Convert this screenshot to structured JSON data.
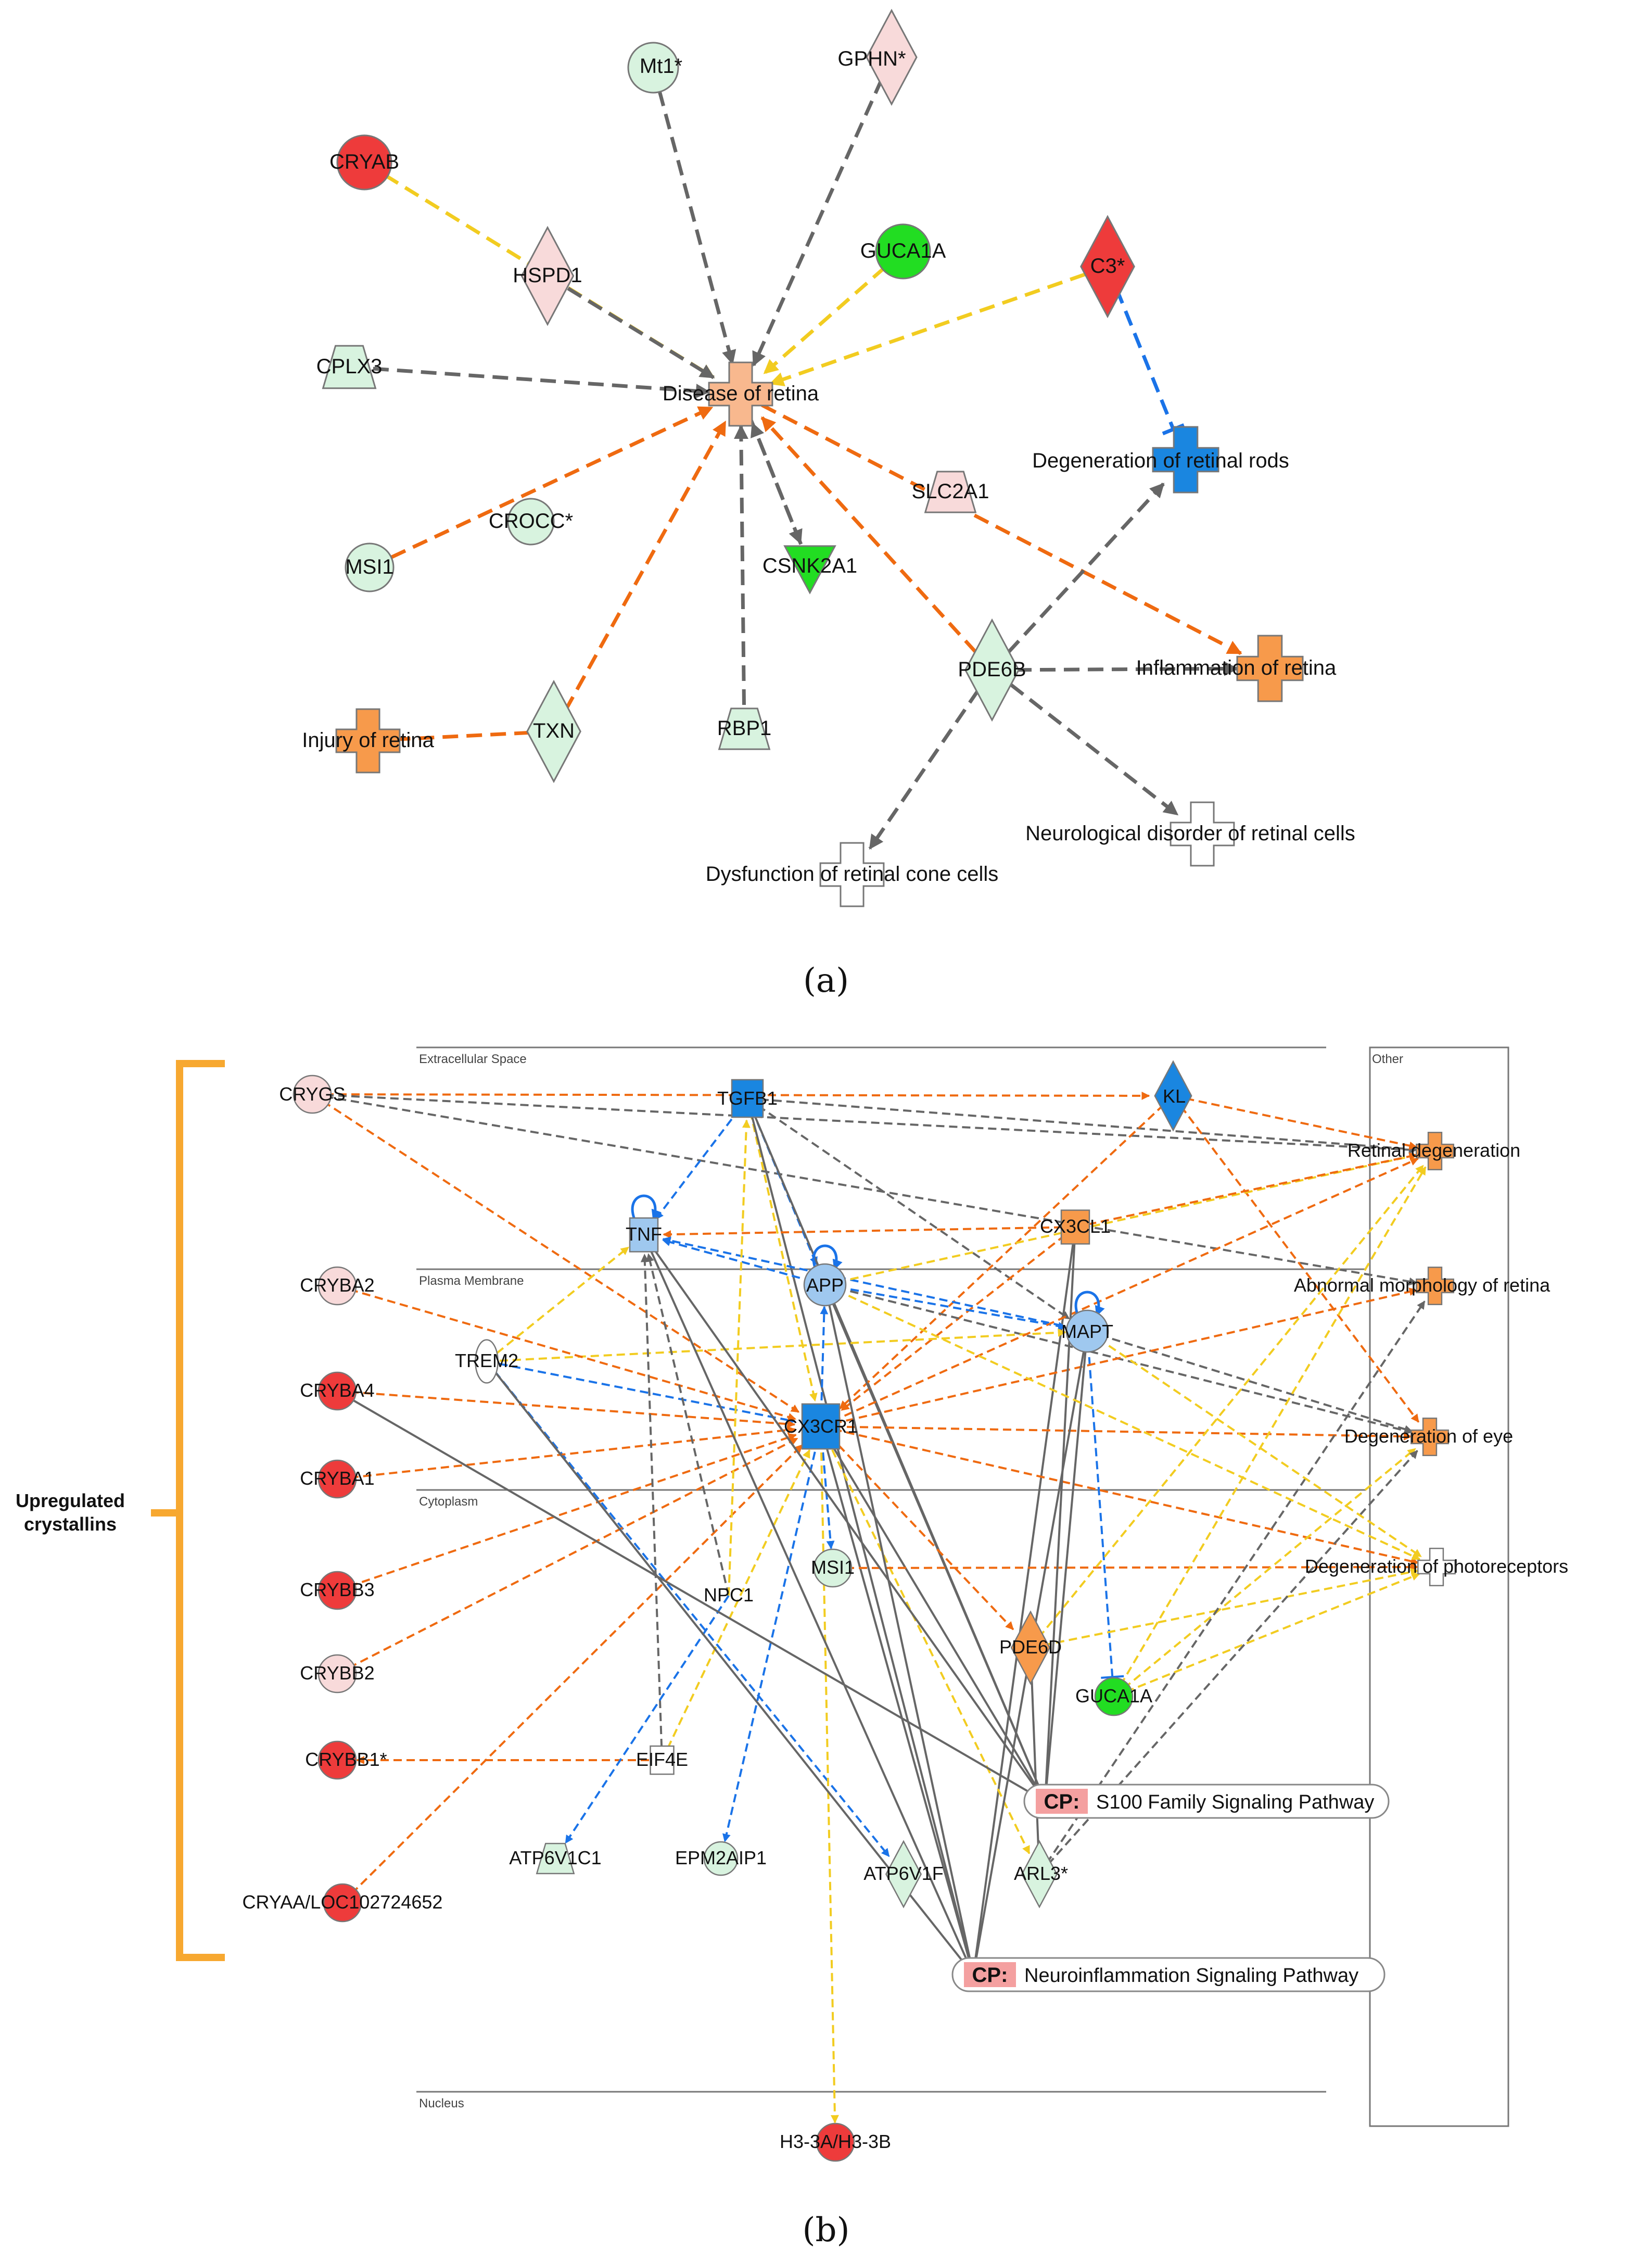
{
  "colors": {
    "red": "#ee3b3b",
    "pink": "#f8dada",
    "lightgreen": "#d8f3df",
    "green": "#22dd22",
    "orange": "#f79a4b",
    "salmon": "#f8b88e",
    "blue": "#1a86e0",
    "lightblue": "#9fc8ef",
    "white": "#ffffff",
    "edge_orange": "#ef6a10",
    "edge_yellow": "#f2cc20",
    "edge_blue": "#1a73e8",
    "edge_gray": "#666666",
    "brace": "#f7a830",
    "cp_fill": "#f4a0a0"
  },
  "panel_a": {
    "label": "(a)",
    "nodes": [
      {
        "id": "mt1",
        "label": "Mt1*",
        "shape": "circle",
        "color": "lightgreen"
      },
      {
        "id": "gphn",
        "label": "GPHN*",
        "shape": "diamond",
        "color": "pink"
      },
      {
        "id": "cryab",
        "label": "CRYAB",
        "shape": "circle",
        "color": "red"
      },
      {
        "id": "hspd1",
        "label": "HSPD1",
        "shape": "diamond",
        "color": "pink"
      },
      {
        "id": "guca1a",
        "label": "GUCA1A",
        "shape": "circle",
        "color": "green"
      },
      {
        "id": "c3",
        "label": "C3*",
        "shape": "diamond",
        "color": "red"
      },
      {
        "id": "cplx3",
        "label": "CPLX3",
        "shape": "trapezoid",
        "color": "lightgreen"
      },
      {
        "id": "dor",
        "label": "Disease of retina",
        "shape": "cross",
        "color": "salmon"
      },
      {
        "id": "dorr",
        "label": "Degeneration of retinal rods",
        "shape": "cross",
        "color": "blue"
      },
      {
        "id": "slc2a1",
        "label": "SLC2A1",
        "shape": "trapezoid",
        "color": "pink"
      },
      {
        "id": "crocc",
        "label": "CROCC*",
        "shape": "circle",
        "color": "lightgreen"
      },
      {
        "id": "msi1",
        "label": "MSI1",
        "shape": "circle",
        "color": "lightgreen"
      },
      {
        "id": "csnk2a1",
        "label": "CSNK2A1",
        "shape": "triangle",
        "color": "green"
      },
      {
        "id": "pde6b",
        "label": "PDE6B",
        "shape": "diamond",
        "color": "lightgreen"
      },
      {
        "id": "ior",
        "label": "Inflammation of retina",
        "shape": "cross",
        "color": "orange"
      },
      {
        "id": "injr",
        "label": "Injury of retina",
        "shape": "cross",
        "color": "orange"
      },
      {
        "id": "txn",
        "label": "TXN",
        "shape": "diamond",
        "color": "lightgreen"
      },
      {
        "id": "rbp1",
        "label": "RBP1",
        "shape": "trapezoid",
        "color": "lightgreen"
      },
      {
        "id": "ndrc",
        "label": "Neurological disorder of retinal cells",
        "shape": "cross",
        "color": "white"
      },
      {
        "id": "drcc",
        "label": "Dysfunction of retinal cone cells",
        "shape": "cross",
        "color": "white"
      }
    ],
    "edges": [
      {
        "from": "mt1",
        "to": "dor",
        "color": "edge_gray",
        "type": "arrow"
      },
      {
        "from": "gphn",
        "to": "dor",
        "color": "edge_gray",
        "type": "arrow"
      },
      {
        "from": "cryab",
        "to": "dor",
        "color": "edge_yellow",
        "type": "arrow"
      },
      {
        "from": "hspd1",
        "to": "dor",
        "color": "edge_gray",
        "type": "arrow"
      },
      {
        "from": "guca1a",
        "to": "dor",
        "color": "edge_yellow",
        "type": "arrow"
      },
      {
        "from": "c3",
        "to": "dor",
        "color": "edge_yellow",
        "type": "arrow"
      },
      {
        "from": "c3",
        "to": "dorr",
        "color": "edge_blue",
        "type": "inhibit"
      },
      {
        "from": "cplx3",
        "to": "dor",
        "color": "edge_gray",
        "type": "arrow"
      },
      {
        "from": "msi1",
        "to": "dor",
        "color": "edge_orange",
        "type": "arrow"
      },
      {
        "from": "csnk2a1",
        "to": "dor",
        "color": "edge_gray",
        "type": "arrow"
      },
      {
        "from": "dor",
        "to": "csnk2a1",
        "color": "edge_gray",
        "type": "arrow"
      },
      {
        "from": "rbp1",
        "to": "dor",
        "color": "edge_gray",
        "type": "arrow"
      },
      {
        "from": "pde6b",
        "to": "dor",
        "color": "edge_orange",
        "type": "arrow"
      },
      {
        "from": "dor",
        "to": "ior",
        "color": "edge_orange",
        "type": "arrow"
      },
      {
        "from": "txn",
        "to": "dor",
        "color": "edge_orange",
        "type": "arrow"
      },
      {
        "from": "txn",
        "to": "injr",
        "color": "edge_orange",
        "type": "line"
      },
      {
        "from": "pde6b",
        "to": "dorr",
        "color": "edge_gray",
        "type": "arrow"
      },
      {
        "from": "pde6b",
        "to": "ior",
        "color": "edge_gray",
        "type": "arrow"
      },
      {
        "from": "pde6b",
        "to": "ndrc",
        "color": "edge_gray",
        "type": "arrow"
      },
      {
        "from": "pde6b",
        "to": "drcc",
        "color": "edge_gray",
        "type": "arrow"
      }
    ]
  },
  "panel_b": {
    "label": "(b)",
    "compartments": [
      "Extracellular Space",
      "Plasma Membrane",
      "Cytoplasm",
      "Nucleus",
      "Other"
    ],
    "brace_label_line1": "Upregulated",
    "brace_label_line2": "crystallins",
    "nodes": [
      {
        "id": "crygs",
        "label": "CRYGS",
        "shape": "circle",
        "color": "pink"
      },
      {
        "id": "tgfb1",
        "label": "TGFB1",
        "shape": "square",
        "color": "blue"
      },
      {
        "id": "kl",
        "label": "KL",
        "shape": "diamond",
        "color": "blue"
      },
      {
        "id": "retdeg",
        "label": "Retinal degeneration",
        "shape": "cross",
        "color": "orange"
      },
      {
        "id": "tnf",
        "label": "TNF",
        "shape": "square",
        "color": "lightblue"
      },
      {
        "id": "cx3cl1",
        "label": "CX3CL1",
        "shape": "square",
        "color": "orange"
      },
      {
        "id": "cryba2",
        "label": "CRYBA2",
        "shape": "circle",
        "color": "pink"
      },
      {
        "id": "app",
        "label": "APP",
        "shape": "circle",
        "color": "lightblue"
      },
      {
        "id": "amr",
        "label": "Abnormal morphology of retina",
        "shape": "cross",
        "color": "orange"
      },
      {
        "id": "mapt",
        "label": "MAPT",
        "shape": "circle",
        "color": "lightblue"
      },
      {
        "id": "trem2",
        "label": "TREM2",
        "shape": "ellipse",
        "color": "white"
      },
      {
        "id": "cryba4",
        "label": "CRYBA4",
        "shape": "circle",
        "color": "red"
      },
      {
        "id": "cx3cr1",
        "label": "CX3CR1",
        "shape": "square",
        "color": "blue"
      },
      {
        "id": "doe",
        "label": "Degeneration of eye",
        "shape": "cross",
        "color": "orange"
      },
      {
        "id": "cryba1",
        "label": "CRYBA1",
        "shape": "circle",
        "color": "red"
      },
      {
        "id": "msi1b",
        "label": "MSI1",
        "shape": "circle",
        "color": "lightgreen"
      },
      {
        "id": "dop",
        "label": "Degeneration of photoreceptors",
        "shape": "cross",
        "color": "white"
      },
      {
        "id": "crybb3",
        "label": "CRYBB3",
        "shape": "circle",
        "color": "red"
      },
      {
        "id": "npc1",
        "label": "NPC1",
        "shape": "none",
        "color": "white"
      },
      {
        "id": "pde6d",
        "label": "PDE6D",
        "shape": "diamond",
        "color": "orange"
      },
      {
        "id": "crybb2",
        "label": "CRYBB2",
        "shape": "circle",
        "color": "pink"
      },
      {
        "id": "guca1ab",
        "label": "GUCA1A",
        "shape": "circle",
        "color": "green"
      },
      {
        "id": "crybb1",
        "label": "CRYBB1*",
        "shape": "circle",
        "color": "red"
      },
      {
        "id": "eif4e",
        "label": "EIF4E",
        "shape": "square",
        "color": "white"
      },
      {
        "id": "atp6v1c1",
        "label": "ATP6V1C1",
        "shape": "trapezoid",
        "color": "lightgreen"
      },
      {
        "id": "epm2aip1",
        "label": "EPM2AIP1",
        "shape": "circle",
        "color": "lightgreen"
      },
      {
        "id": "atp6v1f",
        "label": "ATP6V1F",
        "shape": "diamond",
        "color": "lightgreen"
      },
      {
        "id": "arl3",
        "label": "ARL3*",
        "shape": "diamond",
        "color": "lightgreen"
      },
      {
        "id": "cryaa",
        "label": "CRYAA/LOC102724652",
        "shape": "circle",
        "color": "red"
      },
      {
        "id": "h3",
        "label": "H3-3A/H3-3B",
        "shape": "circle",
        "color": "red"
      }
    ],
    "pathways": [
      {
        "id": "s100",
        "tag": "CP:",
        "label": "S100 Family Signaling Pathway"
      },
      {
        "id": "neuro",
        "tag": "CP:",
        "label": "Neuroinflammation Signaling Pathway"
      }
    ],
    "edges": [
      {
        "from": "crygs",
        "to": "kl",
        "color": "edge_orange",
        "type": "arrow"
      },
      {
        "from": "crygs",
        "to": "retdeg",
        "color": "edge_gray",
        "type": "arrow"
      },
      {
        "from": "crygs",
        "to": "amr",
        "color": "edge_gray",
        "type": "arrow"
      },
      {
        "from": "crygs",
        "to": "cx3cr1",
        "color": "edge_orange",
        "type": "arrow"
      },
      {
        "from": "tgfb1",
        "to": "tnf",
        "color": "edge_blue",
        "type": "arrow"
      },
      {
        "from": "tgfb1",
        "to": "app",
        "color": "edge_blue",
        "type": "arrow"
      },
      {
        "from": "tgfb1",
        "to": "retdeg",
        "color": "edge_gray",
        "type": "arrow"
      },
      {
        "from": "tgfb1",
        "to": "mapt",
        "color": "edge_gray",
        "type": "arrow"
      },
      {
        "from": "tgfb1",
        "to": "cx3cr1",
        "color": "edge_yellow",
        "type": "arrow"
      },
      {
        "from": "tgfb1",
        "to": "s100",
        "color": "edge_gray",
        "type": "line"
      },
      {
        "from": "tgfb1",
        "to": "neuro",
        "color": "edge_gray",
        "type": "line"
      },
      {
        "from": "kl",
        "to": "retdeg",
        "color": "edge_orange",
        "type": "arrow"
      },
      {
        "from": "kl",
        "to": "doe",
        "color": "edge_orange",
        "type": "arrow"
      },
      {
        "from": "kl",
        "to": "cx3cr1",
        "color": "edge_orange",
        "type": "arrow"
      },
      {
        "from": "cx3cl1",
        "to": "cx3cr1",
        "color": "edge_orange",
        "type": "arrow"
      },
      {
        "from": "cx3cl1",
        "to": "tnf",
        "color": "edge_orange",
        "type": "arrow"
      },
      {
        "from": "cx3cl1",
        "to": "neuro",
        "color": "edge_gray",
        "type": "line"
      },
      {
        "from": "app",
        "to": "tnf",
        "color": "edge_blue",
        "type": "arrow"
      },
      {
        "from": "app",
        "to": "mapt",
        "color": "edge_blue",
        "type": "arrow"
      },
      {
        "from": "app",
        "to": "doe",
        "color": "edge_gray",
        "type": "arrow"
      },
      {
        "from": "app",
        "to": "s100",
        "color": "edge_gray",
        "type": "line"
      },
      {
        "from": "mapt",
        "to": "tnf",
        "color": "edge_blue",
        "type": "arrow"
      },
      {
        "from": "mapt",
        "to": "guca1ab",
        "color": "edge_blue",
        "type": "inhibit"
      },
      {
        "from": "mapt",
        "to": "doe",
        "color": "edge_gray",
        "type": "arrow"
      },
      {
        "from": "trem2",
        "to": "tnf",
        "color": "edge_yellow",
        "type": "arrow"
      },
      {
        "from": "trem2",
        "to": "mapt",
        "color": "edge_yellow",
        "type": "arrow"
      },
      {
        "from": "trem2",
        "to": "cx3cr1",
        "color": "edge_blue",
        "type": "arrow"
      },
      {
        "from": "trem2",
        "to": "atp6v1f",
        "color": "edge_blue",
        "type": "arrow"
      },
      {
        "from": "cryba2",
        "to": "cx3cr1",
        "color": "edge_orange",
        "type": "arrow"
      },
      {
        "from": "cryba4",
        "to": "cx3cr1",
        "color": "edge_orange",
        "type": "arrow"
      },
      {
        "from": "cryba1",
        "to": "cx3cr1",
        "color": "edge_orange",
        "type": "arrow"
      },
      {
        "from": "crybb3",
        "to": "cx3cr1",
        "color": "edge_orange",
        "type": "arrow"
      },
      {
        "from": "crybb2",
        "to": "cx3cr1",
        "color": "edge_orange",
        "type": "arrow"
      },
      {
        "from": "cryaa",
        "to": "cx3cr1",
        "color": "edge_orange",
        "type": "arrow"
      },
      {
        "from": "eif4e",
        "to": "crybb1",
        "color": "edge_orange",
        "type": "arrow"
      },
      {
        "from": "eif4e",
        "to": "tnf",
        "color": "edge_gray",
        "type": "arrow"
      },
      {
        "from": "eif4e",
        "to": "cx3cr1",
        "color": "edge_yellow",
        "type": "arrow"
      },
      {
        "from": "npc1",
        "to": "tnf",
        "color": "edge_gray",
        "type": "arrow"
      },
      {
        "from": "npc1",
        "to": "tgfb1",
        "color": "edge_yellow",
        "type": "arrow"
      },
      {
        "from": "npc1",
        "to": "atp6v1c1",
        "color": "edge_blue",
        "type": "arrow"
      },
      {
        "from": "cx3cr1",
        "to": "app",
        "color": "edge_blue",
        "type": "arrow"
      },
      {
        "from": "cx3cr1",
        "to": "msi1b",
        "color": "edge_blue",
        "type": "arrow"
      },
      {
        "from": "cx3cr1",
        "to": "epm2aip1",
        "color": "edge_blue",
        "type": "arrow"
      },
      {
        "from": "cx3cr1",
        "to": "h3",
        "color": "edge_yellow",
        "type": "arrow"
      },
      {
        "from": "cx3cr1",
        "to": "arl3",
        "color": "edge_yellow",
        "type": "arrow"
      },
      {
        "from": "cx3cr1",
        "to": "retdeg",
        "color": "edge_orange",
        "type": "arrow"
      },
      {
        "from": "cx3cr1",
        "to": "amr",
        "color": "edge_orange",
        "type": "arrow"
      },
      {
        "from": "cx3cr1",
        "to": "doe",
        "color": "edge_orange",
        "type": "arrow"
      },
      {
        "from": "cx3cr1",
        "to": "dop",
        "color": "edge_orange",
        "type": "arrow"
      },
      {
        "from": "cx3cr1",
        "to": "pde6d",
        "color": "edge_orange",
        "type": "arrow"
      },
      {
        "from": "cx3cr1",
        "to": "s100",
        "color": "edge_gray",
        "type": "line"
      },
      {
        "from": "cx3cr1",
        "to": "neuro",
        "color": "edge_gray",
        "type": "line"
      },
      {
        "from": "msi1b",
        "to": "dop",
        "color": "edge_orange",
        "type": "arrow"
      },
      {
        "from": "pde6d",
        "to": "dop",
        "color": "edge_yellow",
        "type": "arrow"
      },
      {
        "from": "pde6d",
        "to": "retdeg",
        "color": "edge_yellow",
        "type": "arrow"
      },
      {
        "from": "pde6d",
        "to": "arl3",
        "color": "edge_gray",
        "type": "line"
      },
      {
        "from": "guca1ab",
        "to": "dop",
        "color": "edge_yellow",
        "type": "arrow"
      },
      {
        "from": "guca1ab",
        "to": "doe",
        "color": "edge_yellow",
        "type": "arrow"
      },
      {
        "from": "guca1ab",
        "to": "retdeg",
        "color": "edge_yellow",
        "type": "arrow"
      },
      {
        "from": "arl3",
        "to": "doe",
        "color": "edge_gray",
        "type": "arrow"
      },
      {
        "from": "arl3",
        "to": "amr",
        "color": "edge_gray",
        "type": "arrow"
      },
      {
        "from": "cryba4",
        "to": "s100",
        "color": "edge_gray",
        "type": "line"
      },
      {
        "from": "tnf",
        "to": "s100",
        "color": "edge_gray",
        "type": "line"
      },
      {
        "from": "tnf",
        "to": "neuro",
        "color": "edge_gray",
        "type": "line"
      },
      {
        "from": "mapt",
        "to": "neuro",
        "color": "edge_gray",
        "type": "line"
      },
      {
        "from": "app",
        "to": "neuro",
        "color": "edge_gray",
        "type": "line"
      },
      {
        "from": "cx3cl1",
        "to": "s100",
        "color": "edge_gray",
        "type": "line"
      },
      {
        "from": "mapt",
        "to": "s100",
        "color": "edge_gray",
        "type": "line"
      },
      {
        "from": "trem2",
        "to": "neuro",
        "color": "edge_gray",
        "type": "line"
      },
      {
        "from": "app",
        "to": "dop",
        "color": "edge_yellow",
        "type": "arrow"
      },
      {
        "from": "mapt",
        "to": "dop",
        "color": "edge_yellow",
        "type": "arrow"
      },
      {
        "from": "app",
        "to": "retdeg",
        "color": "edge_yellow",
        "type": "arrow"
      },
      {
        "from": "cx3cl1",
        "to": "retdeg",
        "color": "edge_orange",
        "type": "arrow"
      }
    ]
  }
}
